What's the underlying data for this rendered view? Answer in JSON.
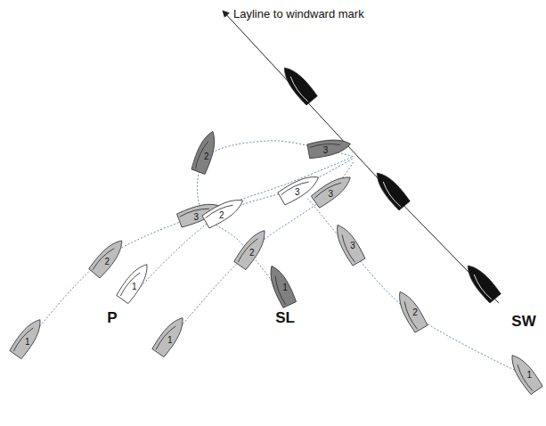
{
  "diagram": {
    "labels": [
      "Layline to windward mark",
      "P",
      "SL",
      "SW",
      "1",
      "2",
      "1",
      "3",
      "2",
      "2",
      "3",
      "3",
      "3",
      "1",
      "2",
      "1",
      "3",
      "2",
      "1"
    ]
  }
}
